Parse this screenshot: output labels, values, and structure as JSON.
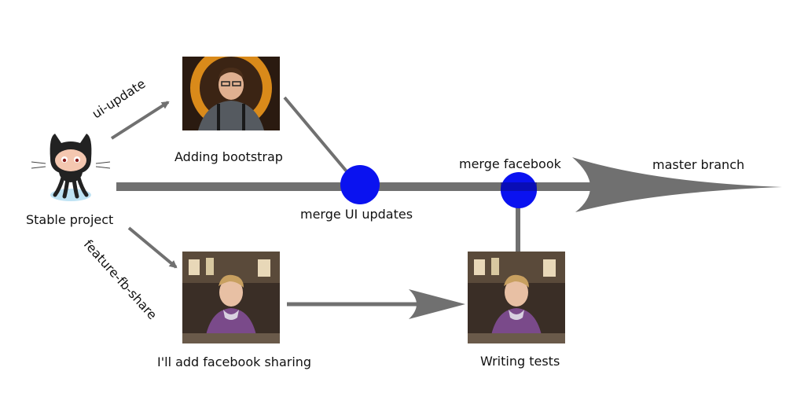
{
  "start_node": {
    "label": "Stable project",
    "icon": "octocat-icon"
  },
  "branches": {
    "ui": {
      "label": "ui-update"
    },
    "fb": {
      "label": "feature-fb-share"
    },
    "master": {
      "label": "master branch"
    }
  },
  "commits": {
    "bootstrap": {
      "label": "Adding bootstrap"
    },
    "fb_sharing": {
      "label": "I'll add facebook sharing"
    },
    "tests": {
      "label": "Writing tests"
    }
  },
  "merges": {
    "ui": {
      "label": "merge UI updates"
    },
    "fb": {
      "label": "merge facebook"
    }
  },
  "colors": {
    "arrow": "#707070",
    "merge_node": "#0a12f0",
    "text": "#111111"
  }
}
